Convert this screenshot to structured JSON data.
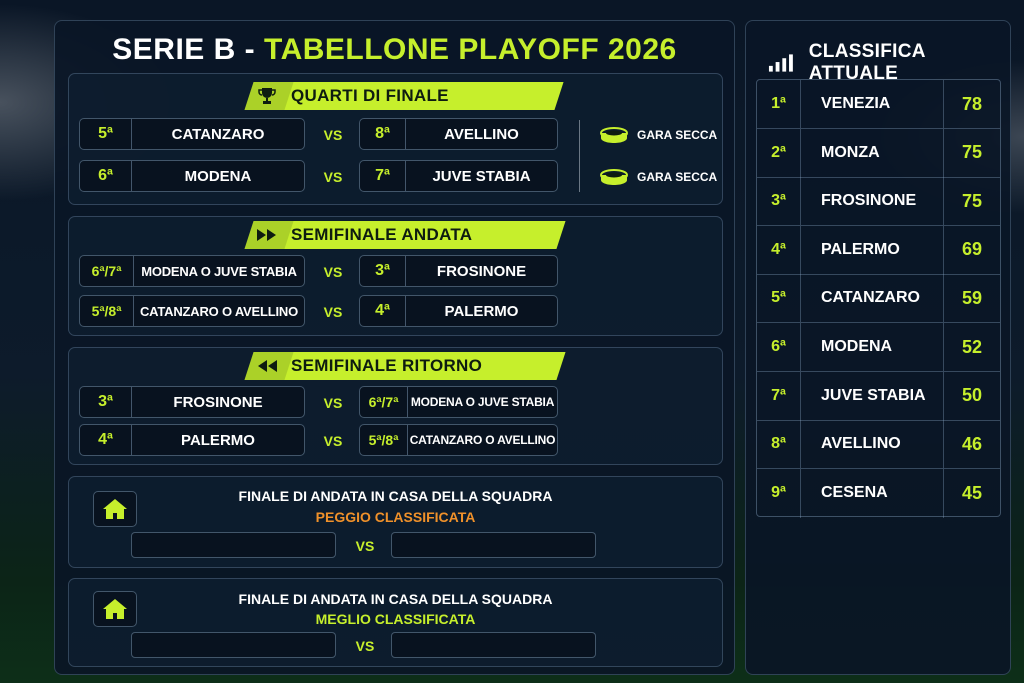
{
  "title": {
    "white": "SERIE B - ",
    "yellow": "TABELLONE PLAYOFF 2026"
  },
  "quarti": {
    "label": "QUARTI DI FINALE",
    "icon": "trophy-icon",
    "matches": [
      {
        "home_seed": "5ª",
        "home": "CATANZARO",
        "vs": "VS",
        "away_seed": "8ª",
        "away": "AVELLINO",
        "note": "GARA SECCA"
      },
      {
        "home_seed": "6ª",
        "home": "MODENA",
        "vs": "VS",
        "away_seed": "7ª",
        "away": "JUVE STABIA",
        "note": "GARA SECCA"
      }
    ]
  },
  "semi_andata": {
    "label": "SEMIFINALE ANDATA",
    "icon": "fast-forward-icon",
    "matches": [
      {
        "home_seed": "6ª/7ª",
        "home": "MODENA O JUVE STABIA",
        "vs": "VS",
        "away_seed": "3ª",
        "away": "FROSINONE"
      },
      {
        "home_seed": "5ª/8ª",
        "home": "CATANZARO O AVELLINO",
        "vs": "VS",
        "away_seed": "4ª",
        "away": "PALERMO"
      }
    ]
  },
  "semi_ritorno": {
    "label": "SEMIFINALE RITORNO",
    "icon": "rewind-icon",
    "matches": [
      {
        "home_seed": "3ª",
        "home": "FROSINONE",
        "vs": "VS",
        "away_seed": "6ª/7ª",
        "away": "MODENA O JUVE STABIA"
      },
      {
        "home_seed": "4ª",
        "home": "PALERMO",
        "vs": "VS",
        "away_seed": "5ª/8ª",
        "away": "CATANZARO O AVELLINO"
      }
    ]
  },
  "finale_andata": {
    "line1": "FINALE DI ANDATA IN CASA DELLA SQUADRA",
    "line2": "PEGGIO CLASSIFICATA",
    "vs": "VS"
  },
  "finale_ritorno": {
    "line1": "FINALE DI ANDATA IN CASA DELLA SQUADRA",
    "line2": "MEGLIO CLASSIFICATA",
    "vs": "VS"
  },
  "classifica": {
    "title": "CLASSIFICA ATTUALE",
    "rows": [
      {
        "pos": "1ª",
        "team": "VENEZIA",
        "pts": "78"
      },
      {
        "pos": "2ª",
        "team": "MONZA",
        "pts": "75"
      },
      {
        "pos": "3ª",
        "team": "FROSINONE",
        "pts": "75"
      },
      {
        "pos": "4ª",
        "team": "PALERMO",
        "pts": "69"
      },
      {
        "pos": "5ª",
        "team": "CATANZARO",
        "pts": "59"
      },
      {
        "pos": "6ª",
        "team": "MODENA",
        "pts": "52"
      },
      {
        "pos": "7ª",
        "team": "JUVE STABIA",
        "pts": "50"
      },
      {
        "pos": "8ª",
        "team": "AVELLINO",
        "pts": "46"
      },
      {
        "pos": "9ª",
        "team": "CESENA",
        "pts": "45"
      }
    ]
  },
  "colors": {
    "accent": "#c6ef2c",
    "orange": "#f0912a",
    "panel": "#0a1626"
  }
}
